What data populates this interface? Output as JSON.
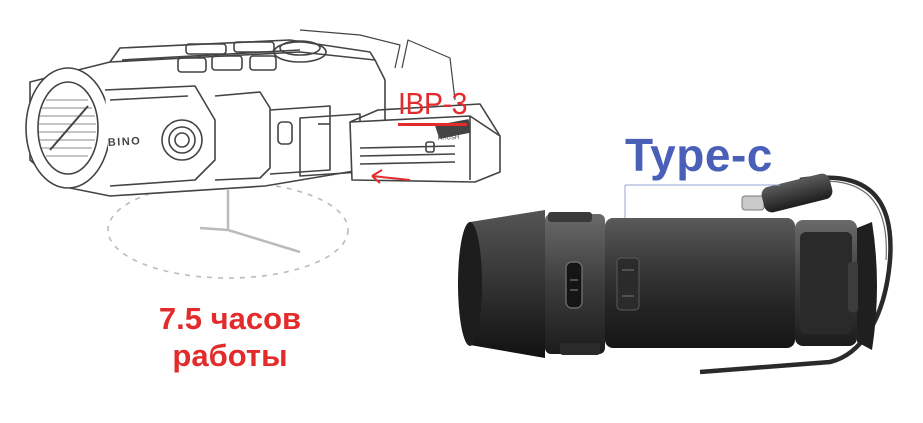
{
  "labels": {
    "battery_model": "IBP-3",
    "connector": "Type-c",
    "runtime_line1": "7.5 часов",
    "runtime_line2": "работы",
    "device_brand": "BINO",
    "battery_brand": "HRUSH"
  },
  "colors": {
    "accent_red": "#e32b2b",
    "connector_blue": "#4a5fb8",
    "line_art": "#444444",
    "device_dark": "#2b2b2b"
  },
  "icons": {
    "insert_arrow": "arrow-left-icon",
    "dial": "rotation-dial-icon"
  }
}
